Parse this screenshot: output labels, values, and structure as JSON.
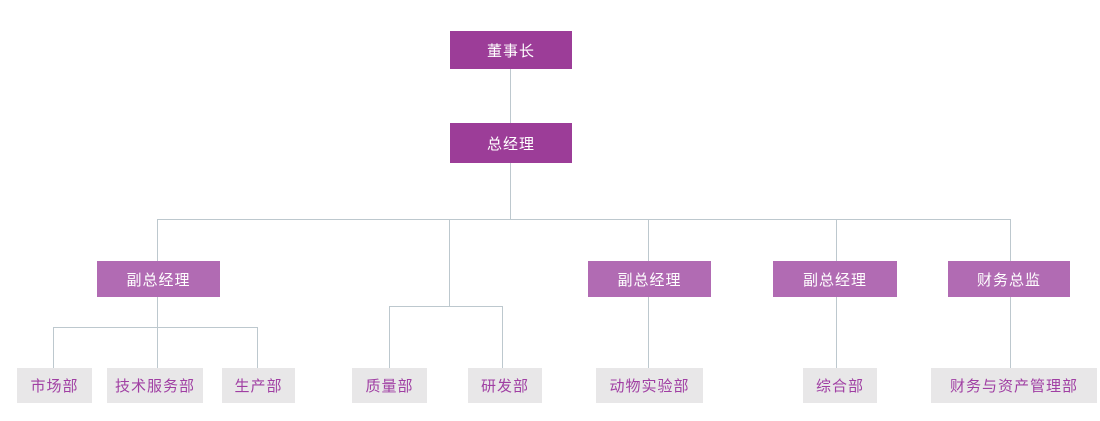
{
  "org_chart": {
    "type": "organization-chart",
    "colors": {
      "executive_box": "#9c3d98",
      "vp_box": "#b16bb3",
      "department_box": "#e8e7e8",
      "department_text": "#a03fa3",
      "executive_text": "#ffffff",
      "connector_line": "#bdc8ce",
      "background": "#ffffff"
    },
    "nodes": {
      "chairman": {
        "label": "董事长",
        "level": 1
      },
      "general_manager": {
        "label": "总经理",
        "level": 2
      },
      "deputy_gm_1": {
        "label": "副总经理",
        "level": 3
      },
      "deputy_gm_2": {
        "label": "副总经理",
        "level": 3
      },
      "deputy_gm_3": {
        "label": "副总经理",
        "level": 3
      },
      "finance_director": {
        "label": "财务总监",
        "level": 3
      },
      "marketing_dept": {
        "label": "市场部",
        "level": 4
      },
      "tech_service_dept": {
        "label": "技术服务部",
        "level": 4
      },
      "production_dept": {
        "label": "生产部",
        "level": 4
      },
      "quality_dept": {
        "label": "质量部",
        "level": 4
      },
      "rd_dept": {
        "label": "研发部",
        "level": 4
      },
      "animal_lab_dept": {
        "label": "动物实验部",
        "level": 4
      },
      "general_affairs_dept": {
        "label": "综合部",
        "level": 4
      },
      "finance_asset_dept": {
        "label": "财务与资产管理部",
        "level": 4
      }
    },
    "edges": [
      {
        "from": "chairman",
        "to": "general_manager"
      },
      {
        "from": "general_manager",
        "to": "deputy_gm_1"
      },
      {
        "from": "general_manager",
        "to": "quality_dept"
      },
      {
        "from": "general_manager",
        "to": "rd_dept"
      },
      {
        "from": "general_manager",
        "to": "deputy_gm_2"
      },
      {
        "from": "general_manager",
        "to": "deputy_gm_3"
      },
      {
        "from": "general_manager",
        "to": "finance_director"
      },
      {
        "from": "deputy_gm_1",
        "to": "marketing_dept"
      },
      {
        "from": "deputy_gm_1",
        "to": "tech_service_dept"
      },
      {
        "from": "deputy_gm_1",
        "to": "production_dept"
      },
      {
        "from": "deputy_gm_2",
        "to": "animal_lab_dept"
      },
      {
        "from": "deputy_gm_3",
        "to": "general_affairs_dept"
      },
      {
        "from": "finance_director",
        "to": "finance_asset_dept"
      }
    ]
  }
}
